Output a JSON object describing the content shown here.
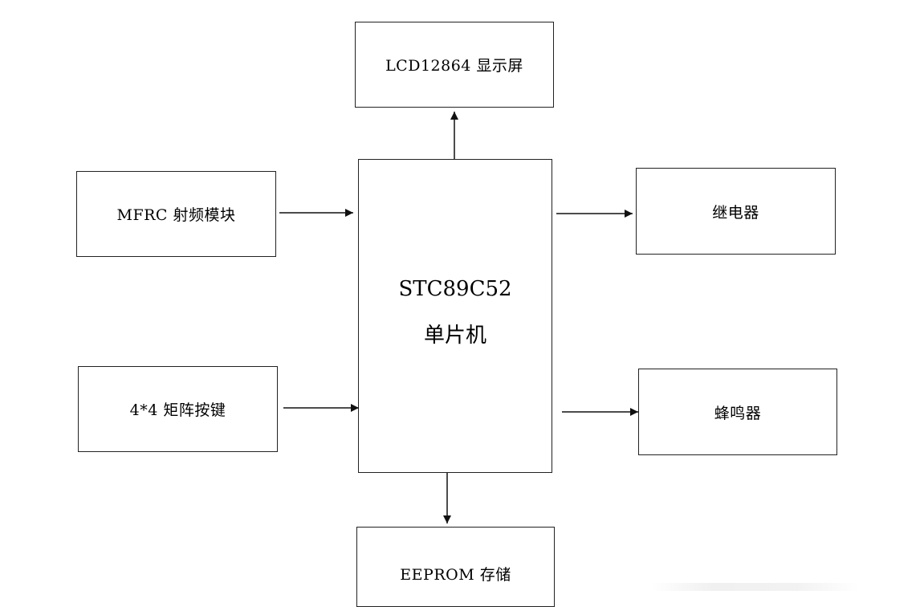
{
  "diagram": {
    "blocks": {
      "lcd": "LCD12864 显示屏",
      "rfid": "MFRC 射频模块",
      "keypad": "4*4 矩阵按键",
      "relay": "继电器",
      "buzzer": "蜂鸣器",
      "eeprom": "EEPROM 存储",
      "mcu_line1": "STC89C52",
      "mcu_line2": "单片机"
    },
    "connections": [
      {
        "from": "mcu",
        "to": "lcd"
      },
      {
        "from": "rfid",
        "to": "mcu"
      },
      {
        "from": "keypad",
        "to": "mcu"
      },
      {
        "from": "mcu",
        "to": "relay"
      },
      {
        "from": "mcu",
        "to": "buzzer"
      },
      {
        "from": "mcu",
        "to": "eeprom"
      }
    ]
  }
}
